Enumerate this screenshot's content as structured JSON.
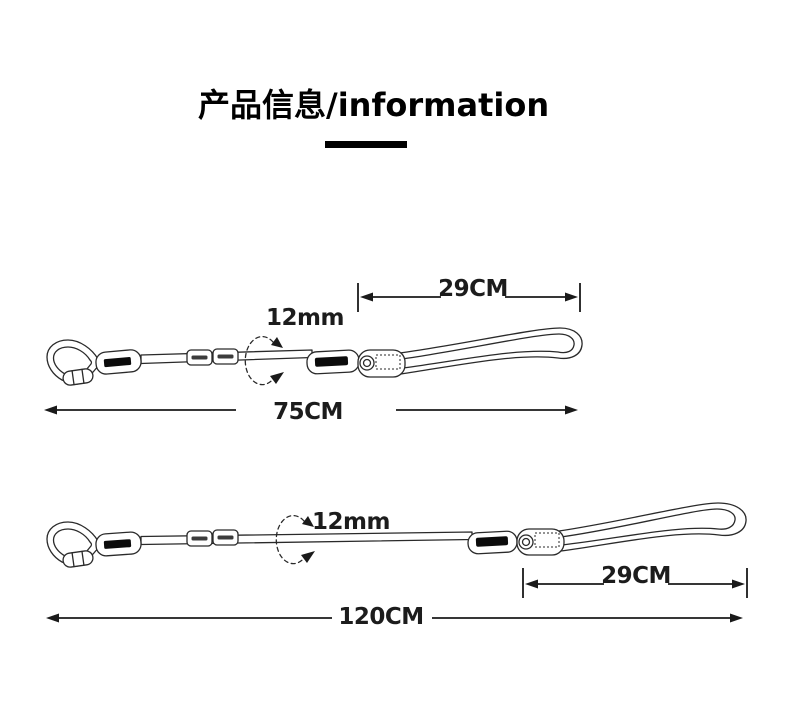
{
  "colors": {
    "background": "#ffffff",
    "text": "#000000",
    "line_art": "#2a2a2a"
  },
  "header": {
    "title": "产品信息/information"
  },
  "diagrams": {
    "short_leash": {
      "rope_diameter": "12mm",
      "handle_length": "29CM",
      "total_length": "75CM"
    },
    "long_leash": {
      "rope_diameter": "12mm",
      "handle_length": "29CM",
      "total_length": "120CM"
    }
  }
}
